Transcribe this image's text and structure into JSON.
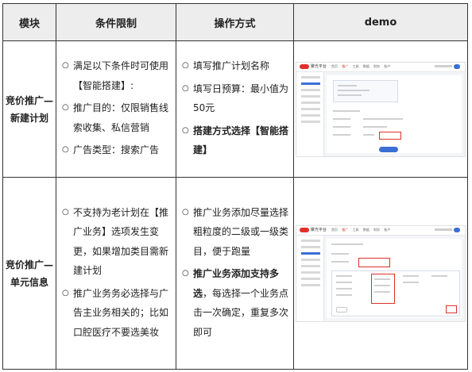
{
  "table": {
    "headers": [
      "模块",
      "条件限制",
      "操作方式",
      "demo"
    ],
    "rows": [
      {
        "module": [
          "竞价推广—",
          "新建计划"
        ],
        "conditions": [
          "满足以下条件时可使用【智能搭建】:",
          "推广目的：仅限销售线索收集、私信营销",
          "广告类型：搜索广告"
        ],
        "operations": [
          {
            "text": "填写推广计划名称",
            "bold": false
          },
          {
            "text": "填写日预算：最小值为50元",
            "bold": false
          },
          {
            "text": "搭建方式选择【智能搭建】",
            "bold": true
          }
        ]
      },
      {
        "module": [
          "竞价推广—",
          "单元信息"
        ],
        "conditions": [
          "不支持为老计划在【推广业务】选项发生变更，如果增加类目需新建计划",
          "推广业务务必选择与广告主业务相关的；比如口腔医疗不要选美妆"
        ],
        "operations": [
          {
            "text": "推广业务添加尽量选择粗粒度的二级或一级类目，便于跑量",
            "bold": false
          },
          {
            "text_bold": "推广业务添加支持多选",
            "text_rest": "，每选择一个业务点击一次确定，重复多次即可"
          }
        ]
      }
    ]
  },
  "bullet_glyph": "○",
  "demo_screens": [
    {
      "brand": "聚光平台",
      "nav": [
        "首页",
        "推广",
        "工具",
        "数据",
        "财务",
        "账户"
      ],
      "active_nav": 1
    },
    {
      "brand": "聚光平台",
      "nav": [
        "首页",
        "推广",
        "工具",
        "数据",
        "财务",
        "账户"
      ],
      "active_nav": 1
    }
  ],
  "colors": {
    "header_bg": "#ededed",
    "border": "#333333",
    "accent_red": "#e2302b",
    "accent_blue": "#3b6fd6"
  }
}
